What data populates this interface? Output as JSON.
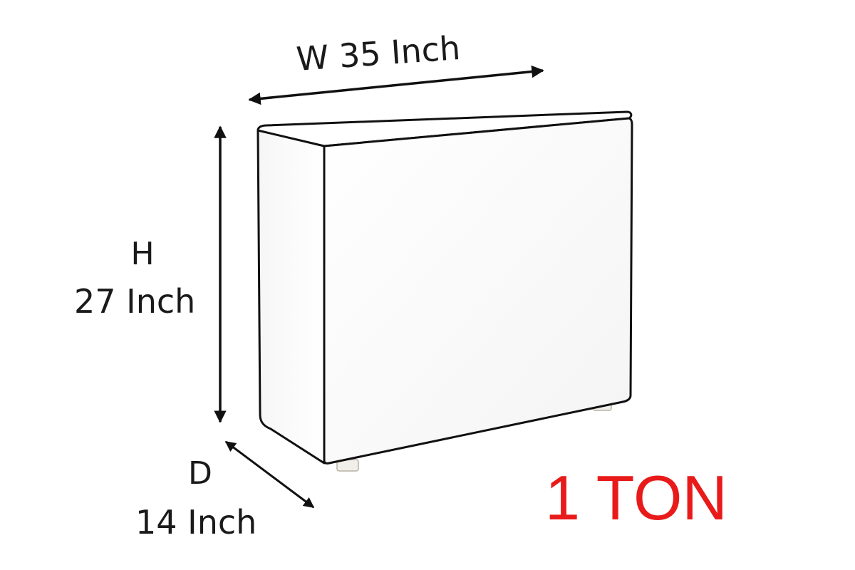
{
  "dimensions": {
    "width_label": "W 35 Inch",
    "height_letter": "H",
    "height_value": "27 Inch",
    "depth_letter": "D",
    "depth_value": "14 Inch"
  },
  "capacity_label": "1 TON",
  "colors": {
    "capacity_text": "#e81a1a",
    "outline": "#111111",
    "background": "#ffffff"
  }
}
